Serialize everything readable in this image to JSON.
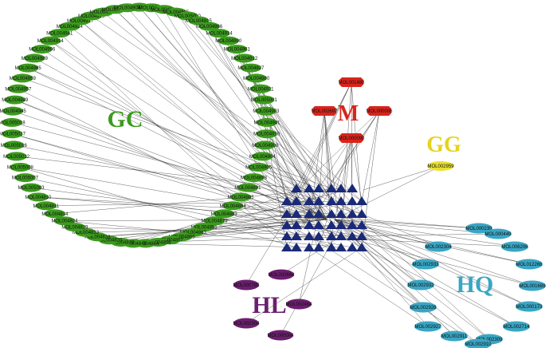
{
  "groups": {
    "GC": {
      "label": "GC",
      "color": "#3c9b1e",
      "text_color": "#3c9b1e"
    },
    "M": {
      "label": "M",
      "color": "#d8251c",
      "text_color": "#d8251c"
    },
    "GG": {
      "label": "GG",
      "color": "#e8e030",
      "text_color": "#e8d21c"
    },
    "HQ": {
      "label": "HQ",
      "color": "#3aa6c4",
      "text_color": "#3aa6c4"
    },
    "HL": {
      "label": "HL",
      "color": "#6b1f6e",
      "text_color": "#6b1f6e"
    }
  },
  "target_color": "#1a2a78",
  "edge_color": "#333333",
  "nodes": {
    "GC": [
      "MOL004808",
      "MOL004806",
      "MOL004974",
      "MOL004805",
      "MOL005000",
      "MOL004815",
      "MOL004966",
      "MOL004914",
      "MOL004990",
      "MOL004961",
      "MOL004912",
      "MOL004827",
      "MOL004980",
      "MOL004911",
      "MOL005001",
      "MOL004903",
      "MOL004941",
      "MOL004910",
      "MOL004908",
      "MOL004904",
      "MOL004905",
      "MOL004898",
      "MOL004891",
      "MOL004885",
      "MOL004884",
      "MOL004883",
      "MOL004879",
      "MOL004855",
      "MOL004863",
      "MOL004866",
      "MOL004857",
      "MOL004856",
      "MOL004864",
      "MOL004849",
      "MOL004848",
      "MOL004820",
      "MOL004828",
      "MOL004833",
      "MOL004829",
      "MOL004824",
      "MOL004814",
      "MOL004811",
      "MOL004810",
      "MOL005003",
      "MOL005007",
      "MOL005008",
      "MOL005012",
      "MOL005016",
      "MOL005017",
      "MOL005018",
      "MOL004945",
      "MOL004949",
      "MOL004957",
      "MOL004959",
      "MOL004985",
      "MOL004989",
      "MOL004996",
      "MOL004914",
      "MOL004941",
      "MOL004924",
      "MOL004917",
      "MOL004915",
      "MOL004913",
      "MOL004907",
      "MOL004904"
    ],
    "M": [
      "MOL001488",
      "MOL002697",
      "MOL000006",
      "MOL000098"
    ],
    "GG": [
      "MOL002959"
    ],
    "HQ": [
      "MOL000239",
      "MOL000449",
      "MOL002304",
      "MOL008206",
      "MOL002933",
      "MOL012266",
      "MOL002932",
      "MOL001689",
      "MOL002928",
      "MOL000173",
      "MOL002927",
      "MOL002714",
      "MOL002911",
      "MOL002309",
      "MOL002910"
    ],
    "HL": [
      "MOL000785",
      "MOL002668",
      "MOL002464",
      "MOL002904",
      "MOL000004"
    ]
  }
}
